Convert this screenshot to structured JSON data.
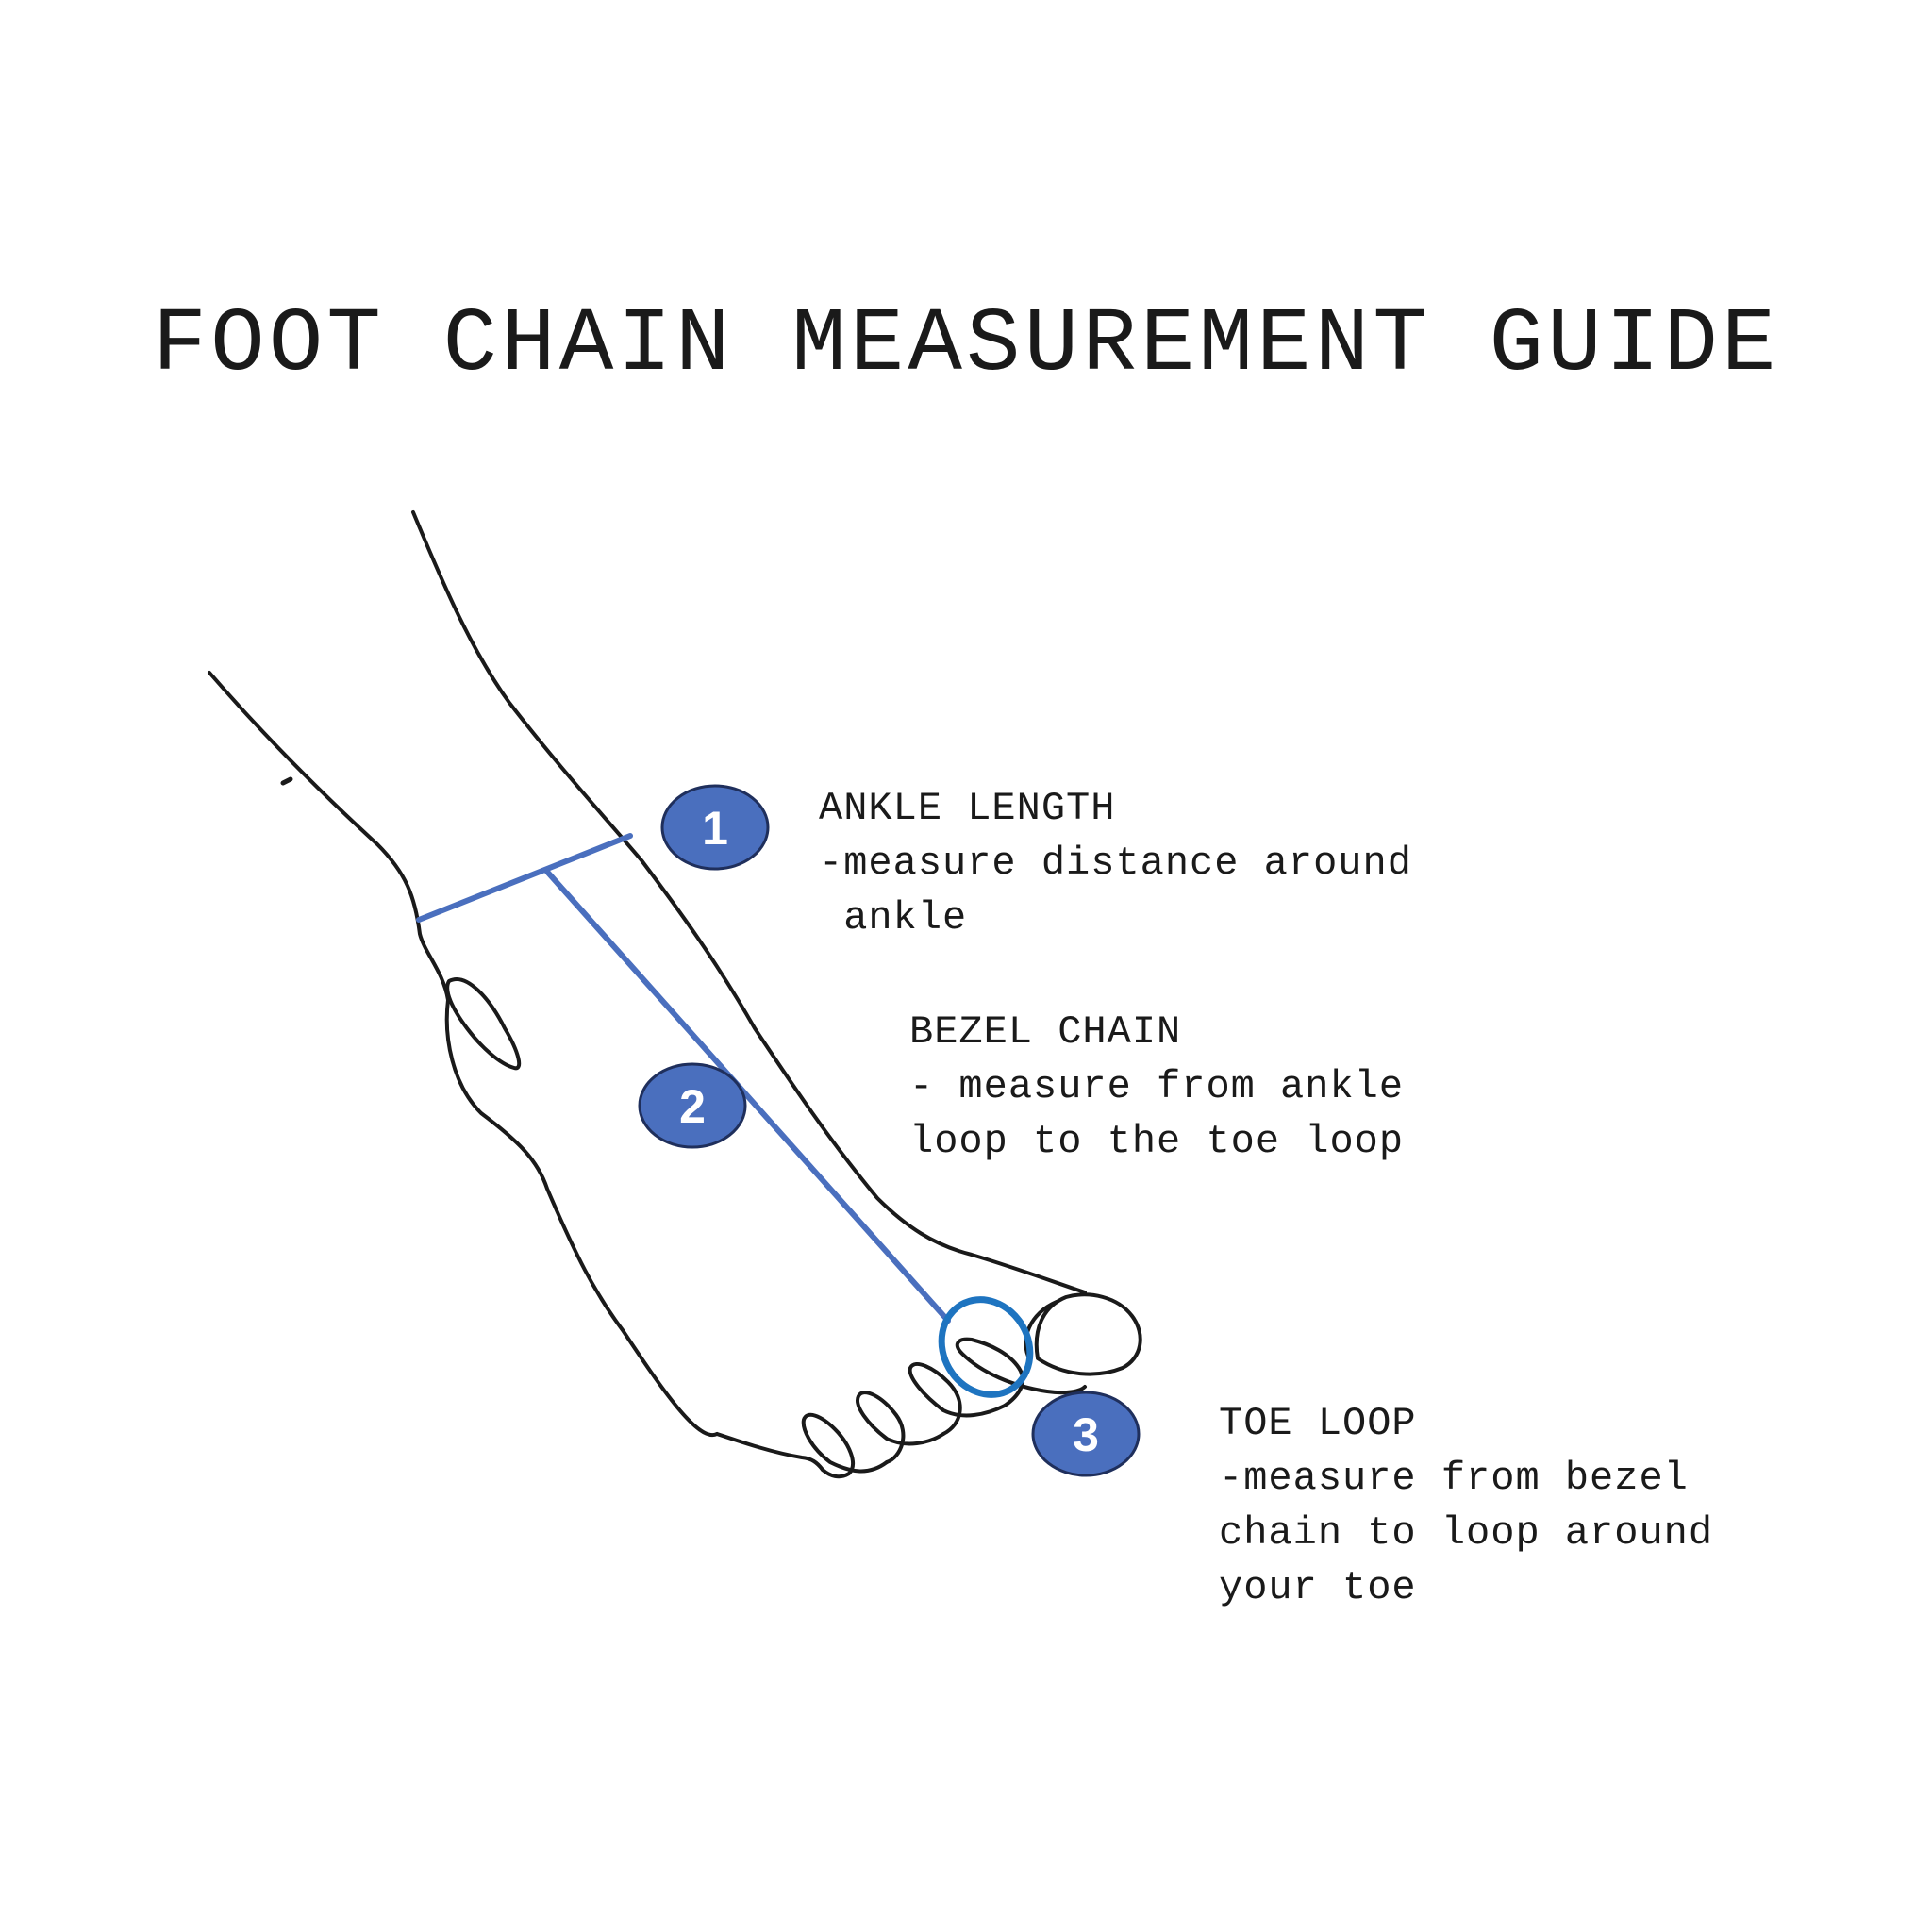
{
  "title": "FOOT CHAIN MEASUREMENT GUIDE",
  "colors": {
    "accent": "#4a6fbe",
    "badge_fill": "#4a6fbe",
    "badge_stroke": "#1f2f5c",
    "toe_ring": "#1e74c0",
    "outline": "#1a1a1a"
  },
  "steps": [
    {
      "number": "1",
      "heading": "ANKLE LENGTH",
      "lines": [
        "-measure distance around",
        " ankle"
      ]
    },
    {
      "number": "2",
      "heading": "BEZEL CHAIN",
      "lines": [
        "- measure from ankle",
        "loop to the toe loop"
      ]
    },
    {
      "number": "3",
      "heading": "TOE LOOP",
      "lines": [
        "-measure from bezel",
        "chain to loop around",
        "your toe"
      ]
    }
  ]
}
